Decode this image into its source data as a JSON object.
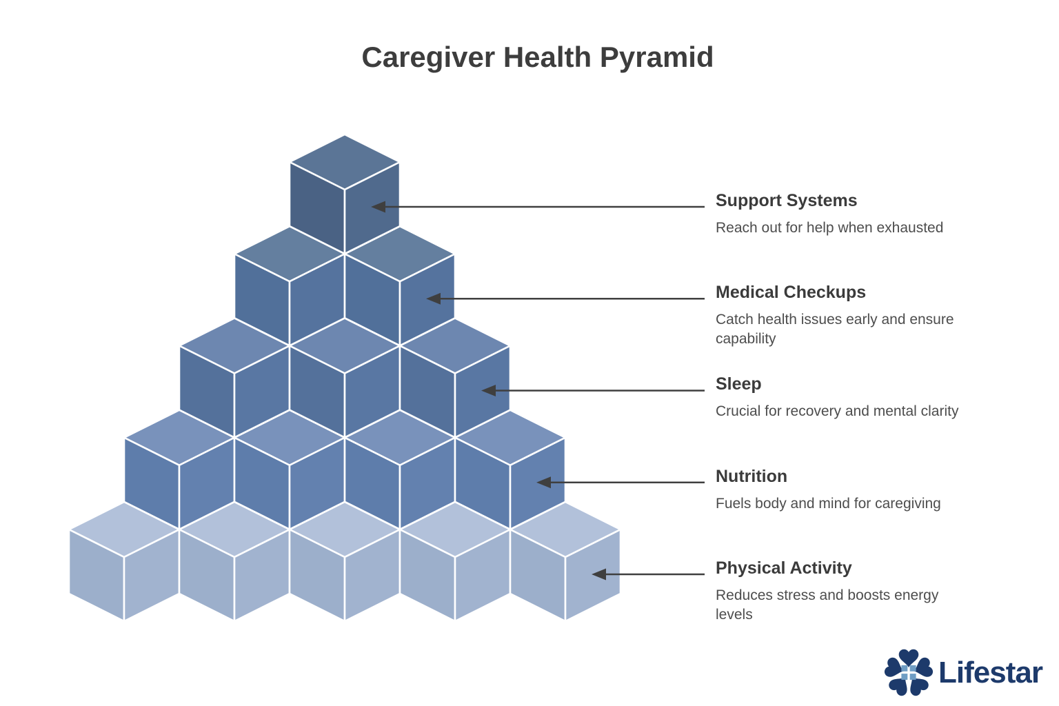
{
  "title": "Caregiver Health Pyramid",
  "levels": [
    {
      "name": "Support Systems",
      "description": "Reach out for help when exhausted",
      "cubes": 1,
      "colors": {
        "top": "#5b7596",
        "left": "#4a6284",
        "right": "#506a8d"
      }
    },
    {
      "name": "Medical Checkups",
      "description": "Catch health issues early and ensure\ncapability",
      "cubes": 2,
      "colors": {
        "top": "#647f9f",
        "left": "#51709a",
        "right": "#55739e"
      }
    },
    {
      "name": "Sleep",
      "description": "Crucial for recovery and mental clarity",
      "cubes": 3,
      "colors": {
        "top": "#6d87b0",
        "left": "#54719b",
        "right": "#5977a3"
      }
    },
    {
      "name": "Nutrition",
      "description": "Fuels body and mind for caregiving",
      "cubes": 4,
      "colors": {
        "top": "#7992bb",
        "left": "#5e7dab",
        "right": "#6381af"
      }
    },
    {
      "name": "Physical Activity",
      "description": "Reduces stress and boosts energy\nlevels",
      "cubes": 5,
      "colors": {
        "top": "#b2c1da",
        "left": "#9cafcb",
        "right": "#a1b3cf"
      }
    }
  ],
  "palette": {
    "arrow": "#3f3f3f",
    "cube_edge": "#ffffff",
    "heading_text": "#3b3b3b",
    "body_text": "#4d4d4d",
    "title_text": "#3d3d3d"
  },
  "logo": {
    "text": "Lifestar",
    "brand_color": "#1d3a6b",
    "window_color": "#6f9dc4",
    "icon": "star-house-icon"
  }
}
